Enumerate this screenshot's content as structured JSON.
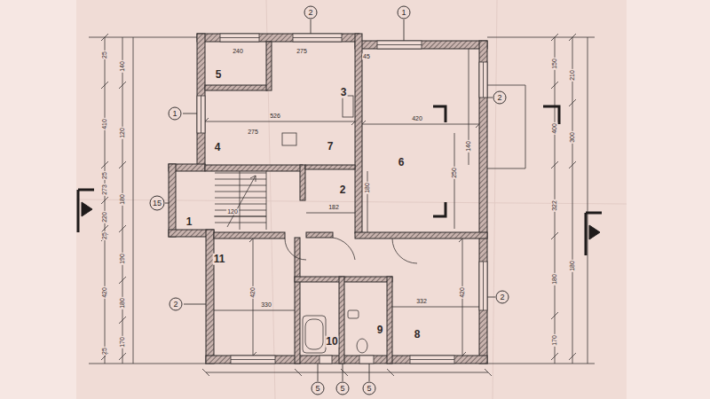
{
  "diagram": {
    "nodes": [
      {
        "text": [
          "2"
        ]
      },
      {
        "text": [
          "1"
        ]
      },
      {
        "text": [
          "2"
        ]
      },
      {
        "text": [
          "1"
        ]
      },
      {
        "text": [
          "15"
        ]
      },
      {
        "text": [
          "2"
        ]
      },
      {
        "text": [
          "2"
        ]
      },
      {
        "text": [
          "5"
        ]
      },
      {
        "text": [
          "5"
        ]
      },
      {
        "text": [
          "5"
        ]
      }
    ],
    "labels": [
      "5",
      "3",
      "4",
      "7",
      "6",
      "2",
      "1",
      "11",
      "10",
      "9",
      "8",
      "240",
      "275",
      "45",
      "526",
      "420",
      "275",
      "140",
      "180",
      "250",
      "182",
      "120",
      "420",
      "330",
      "332",
      "420",
      "25",
      "410",
      "25",
      "273",
      "220",
      "25",
      "420",
      "25",
      "140",
      "120",
      "180",
      "190",
      "180",
      "170",
      "150",
      "400",
      "322",
      "180",
      "170",
      "210",
      "300",
      "180"
    ]
  }
}
